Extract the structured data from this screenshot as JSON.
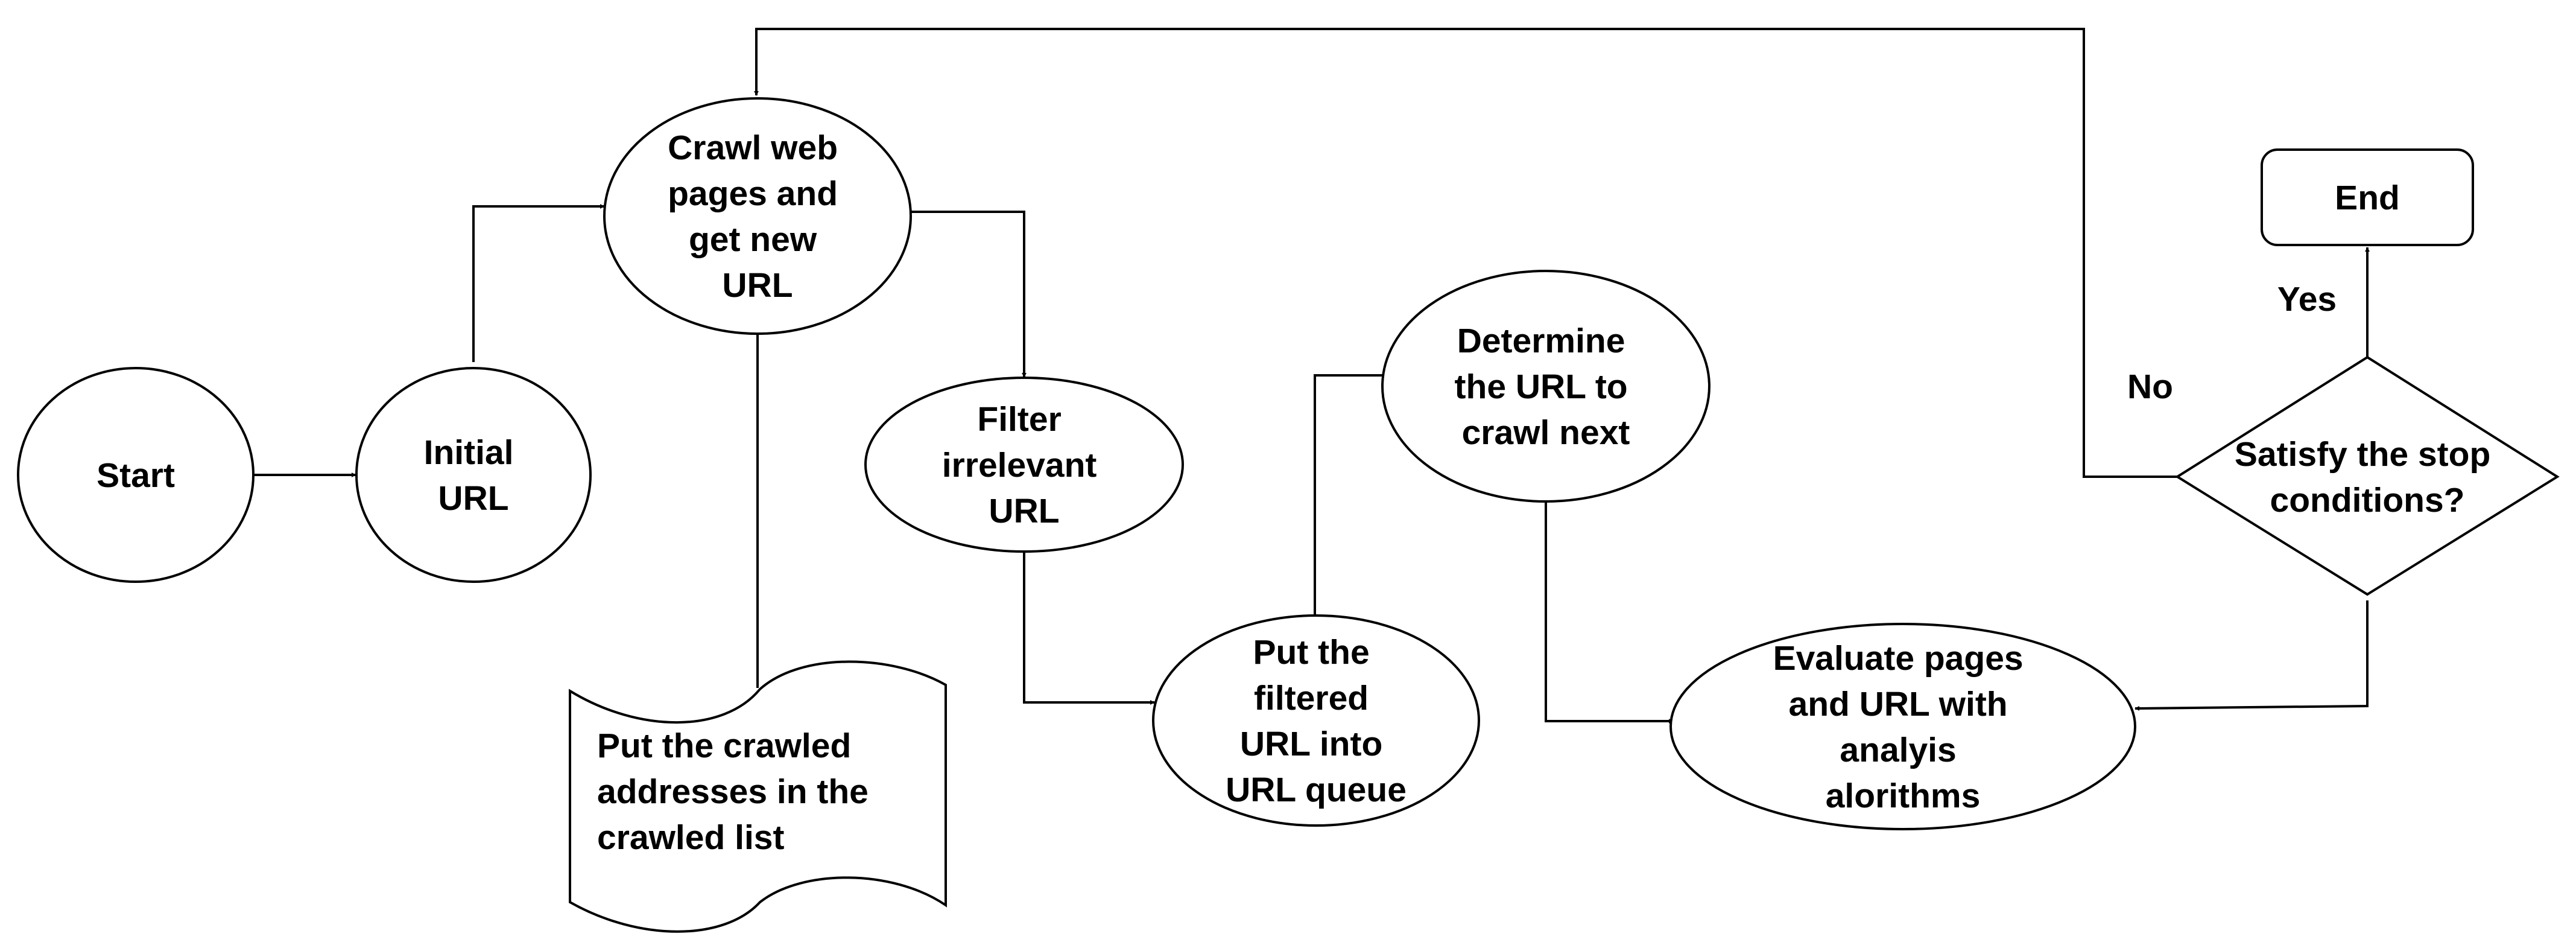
{
  "nodes": {
    "start": [
      "Start"
    ],
    "initial_url": [
      "Initial",
      "URL"
    ],
    "crawl": [
      "Crawl web",
      "pages and",
      "get new",
      "URL"
    ],
    "crawled_list": [
      "Put the crawled",
      "addresses in the",
      "crawled list"
    ],
    "filter": [
      "Filter",
      "irrelevant",
      "URL"
    ],
    "queue": [
      "Put the",
      "filtered",
      "URL into",
      "URL queue"
    ],
    "determine": [
      "Determine",
      "the URL to",
      "crawl next"
    ],
    "evaluate": [
      "Evaluate pages",
      "and URL with",
      "analyis",
      "alorithms"
    ],
    "decision": [
      "Satisfy the stop",
      "conditions?"
    ],
    "end": [
      "End"
    ]
  },
  "edge_labels": {
    "yes": "Yes",
    "no": "No"
  },
  "colors": {
    "stroke": "#000000",
    "fill": "#ffffff",
    "text": "#000000"
  }
}
